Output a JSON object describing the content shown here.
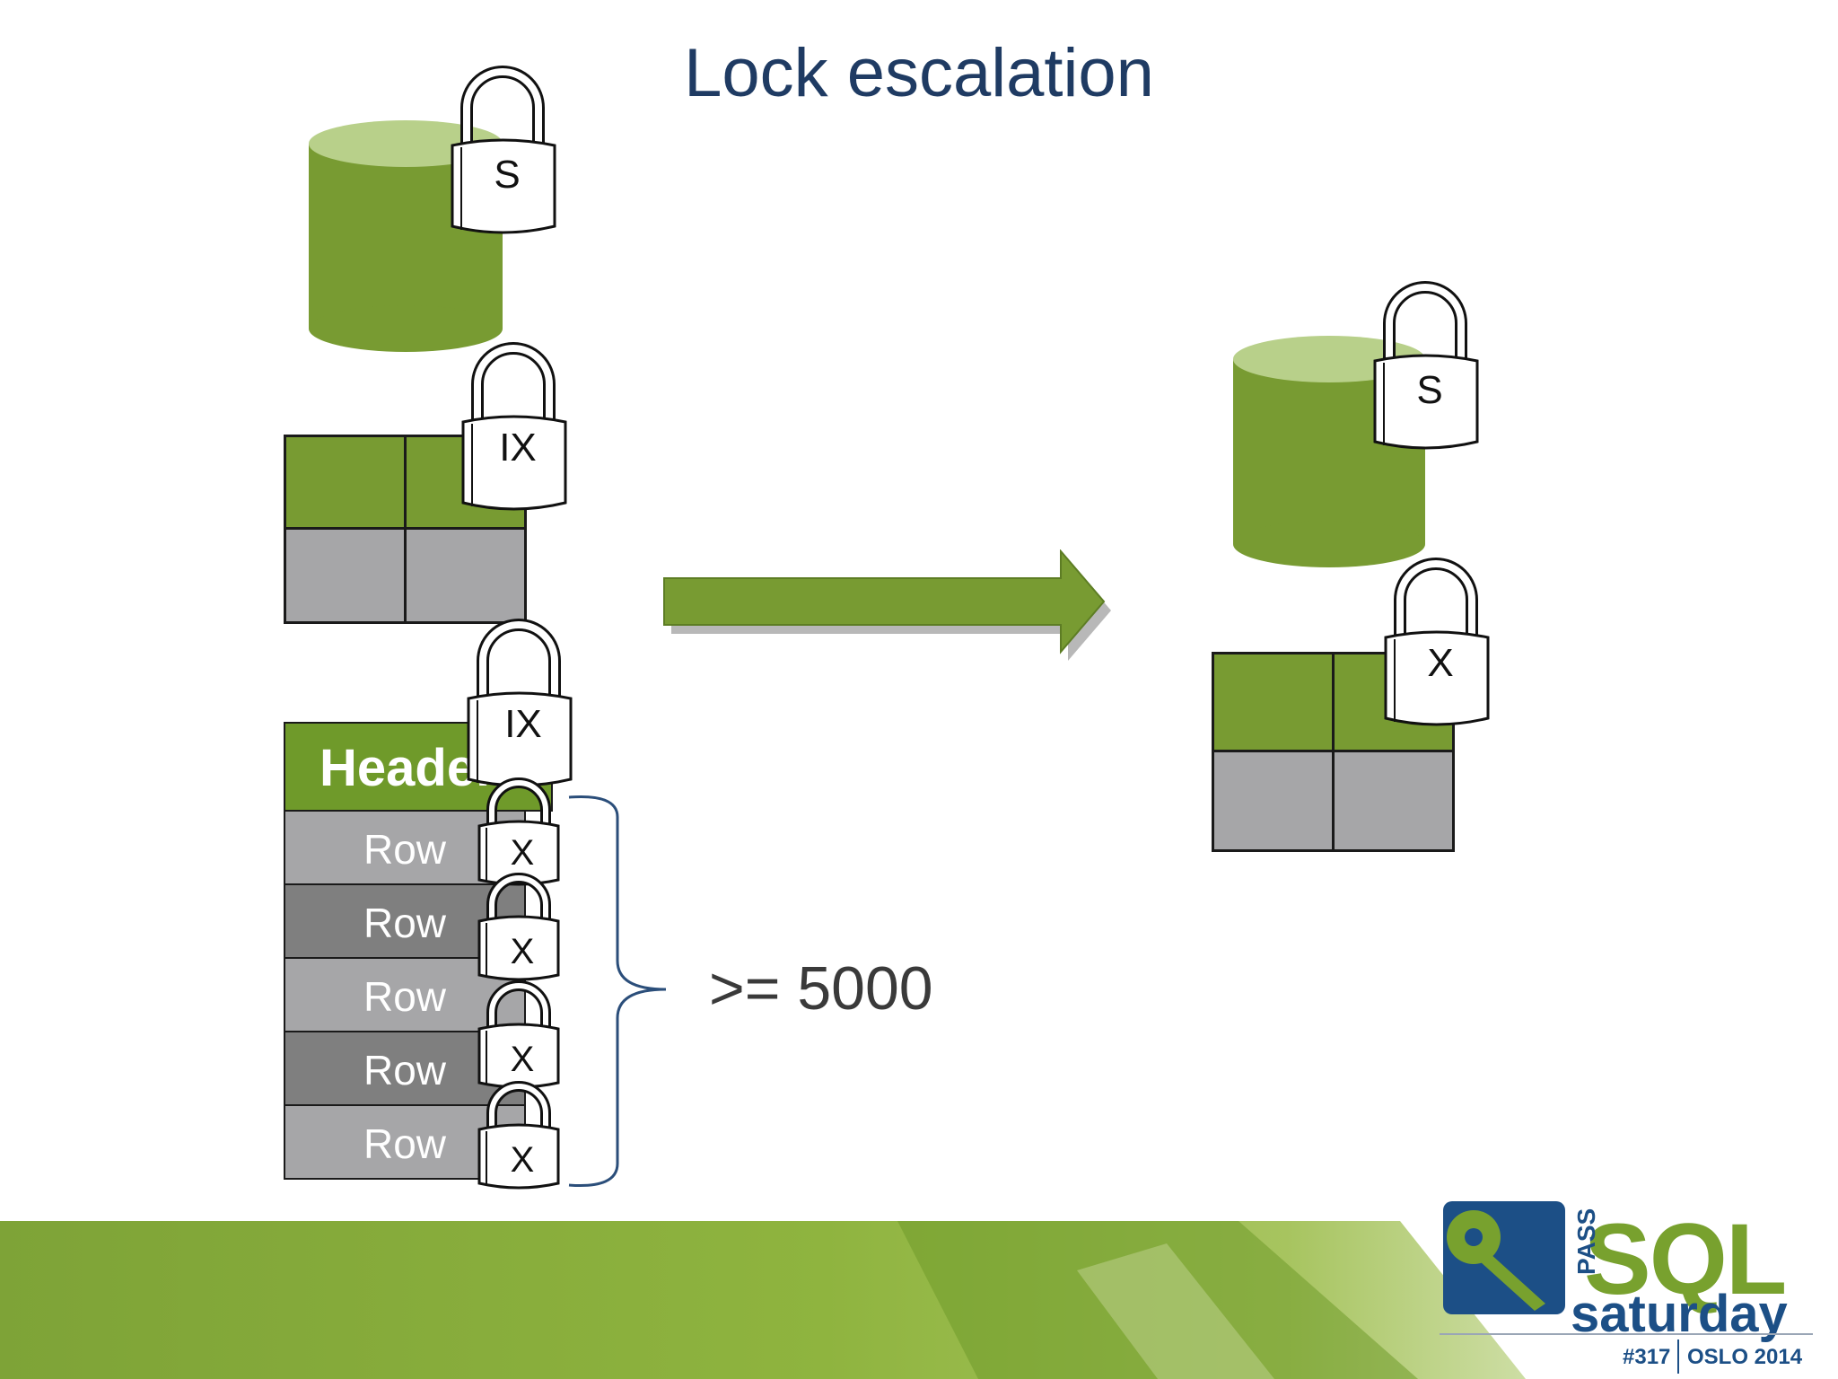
{
  "title": "Lock escalation",
  "before": {
    "database_lock": "S",
    "table_lock": "IX",
    "page_lock": "IX",
    "page_header": "Header",
    "rows": [
      "Row",
      "Row",
      "Row",
      "Row",
      "Row"
    ],
    "row_locks": [
      "X",
      "X",
      "X",
      "X",
      "X"
    ]
  },
  "threshold": ">= 5000",
  "after": {
    "database_lock": "S",
    "table_lock": "X"
  },
  "logo": {
    "brand": "SQL",
    "sub": "saturday",
    "vertical": "PASS",
    "event_number": "#317",
    "event_place": "OSLO 2014"
  },
  "colors": {
    "title": "#1f3b63",
    "green": "#789b32",
    "gray": "#a6a6a8",
    "logo_blue": "#1c4f86"
  }
}
